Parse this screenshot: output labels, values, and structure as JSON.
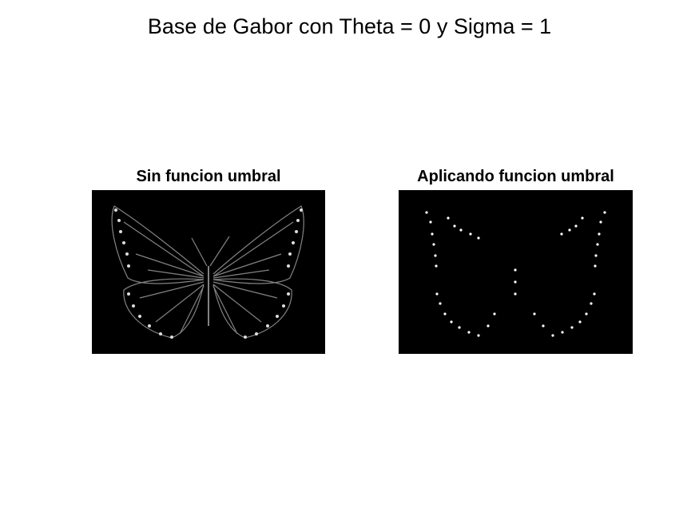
{
  "figure": {
    "title": "Base de Gabor con Theta = 0 y Sigma = 1"
  },
  "panels": [
    {
      "title": "Sin funcion umbral",
      "image": "butterfly-gabor-response"
    },
    {
      "title": "Aplicando funcion umbral",
      "image": "butterfly-gabor-thresholded"
    }
  ],
  "colors": {
    "background": "#ffffff",
    "image_bg": "#000000",
    "edges": "#ffffff"
  }
}
